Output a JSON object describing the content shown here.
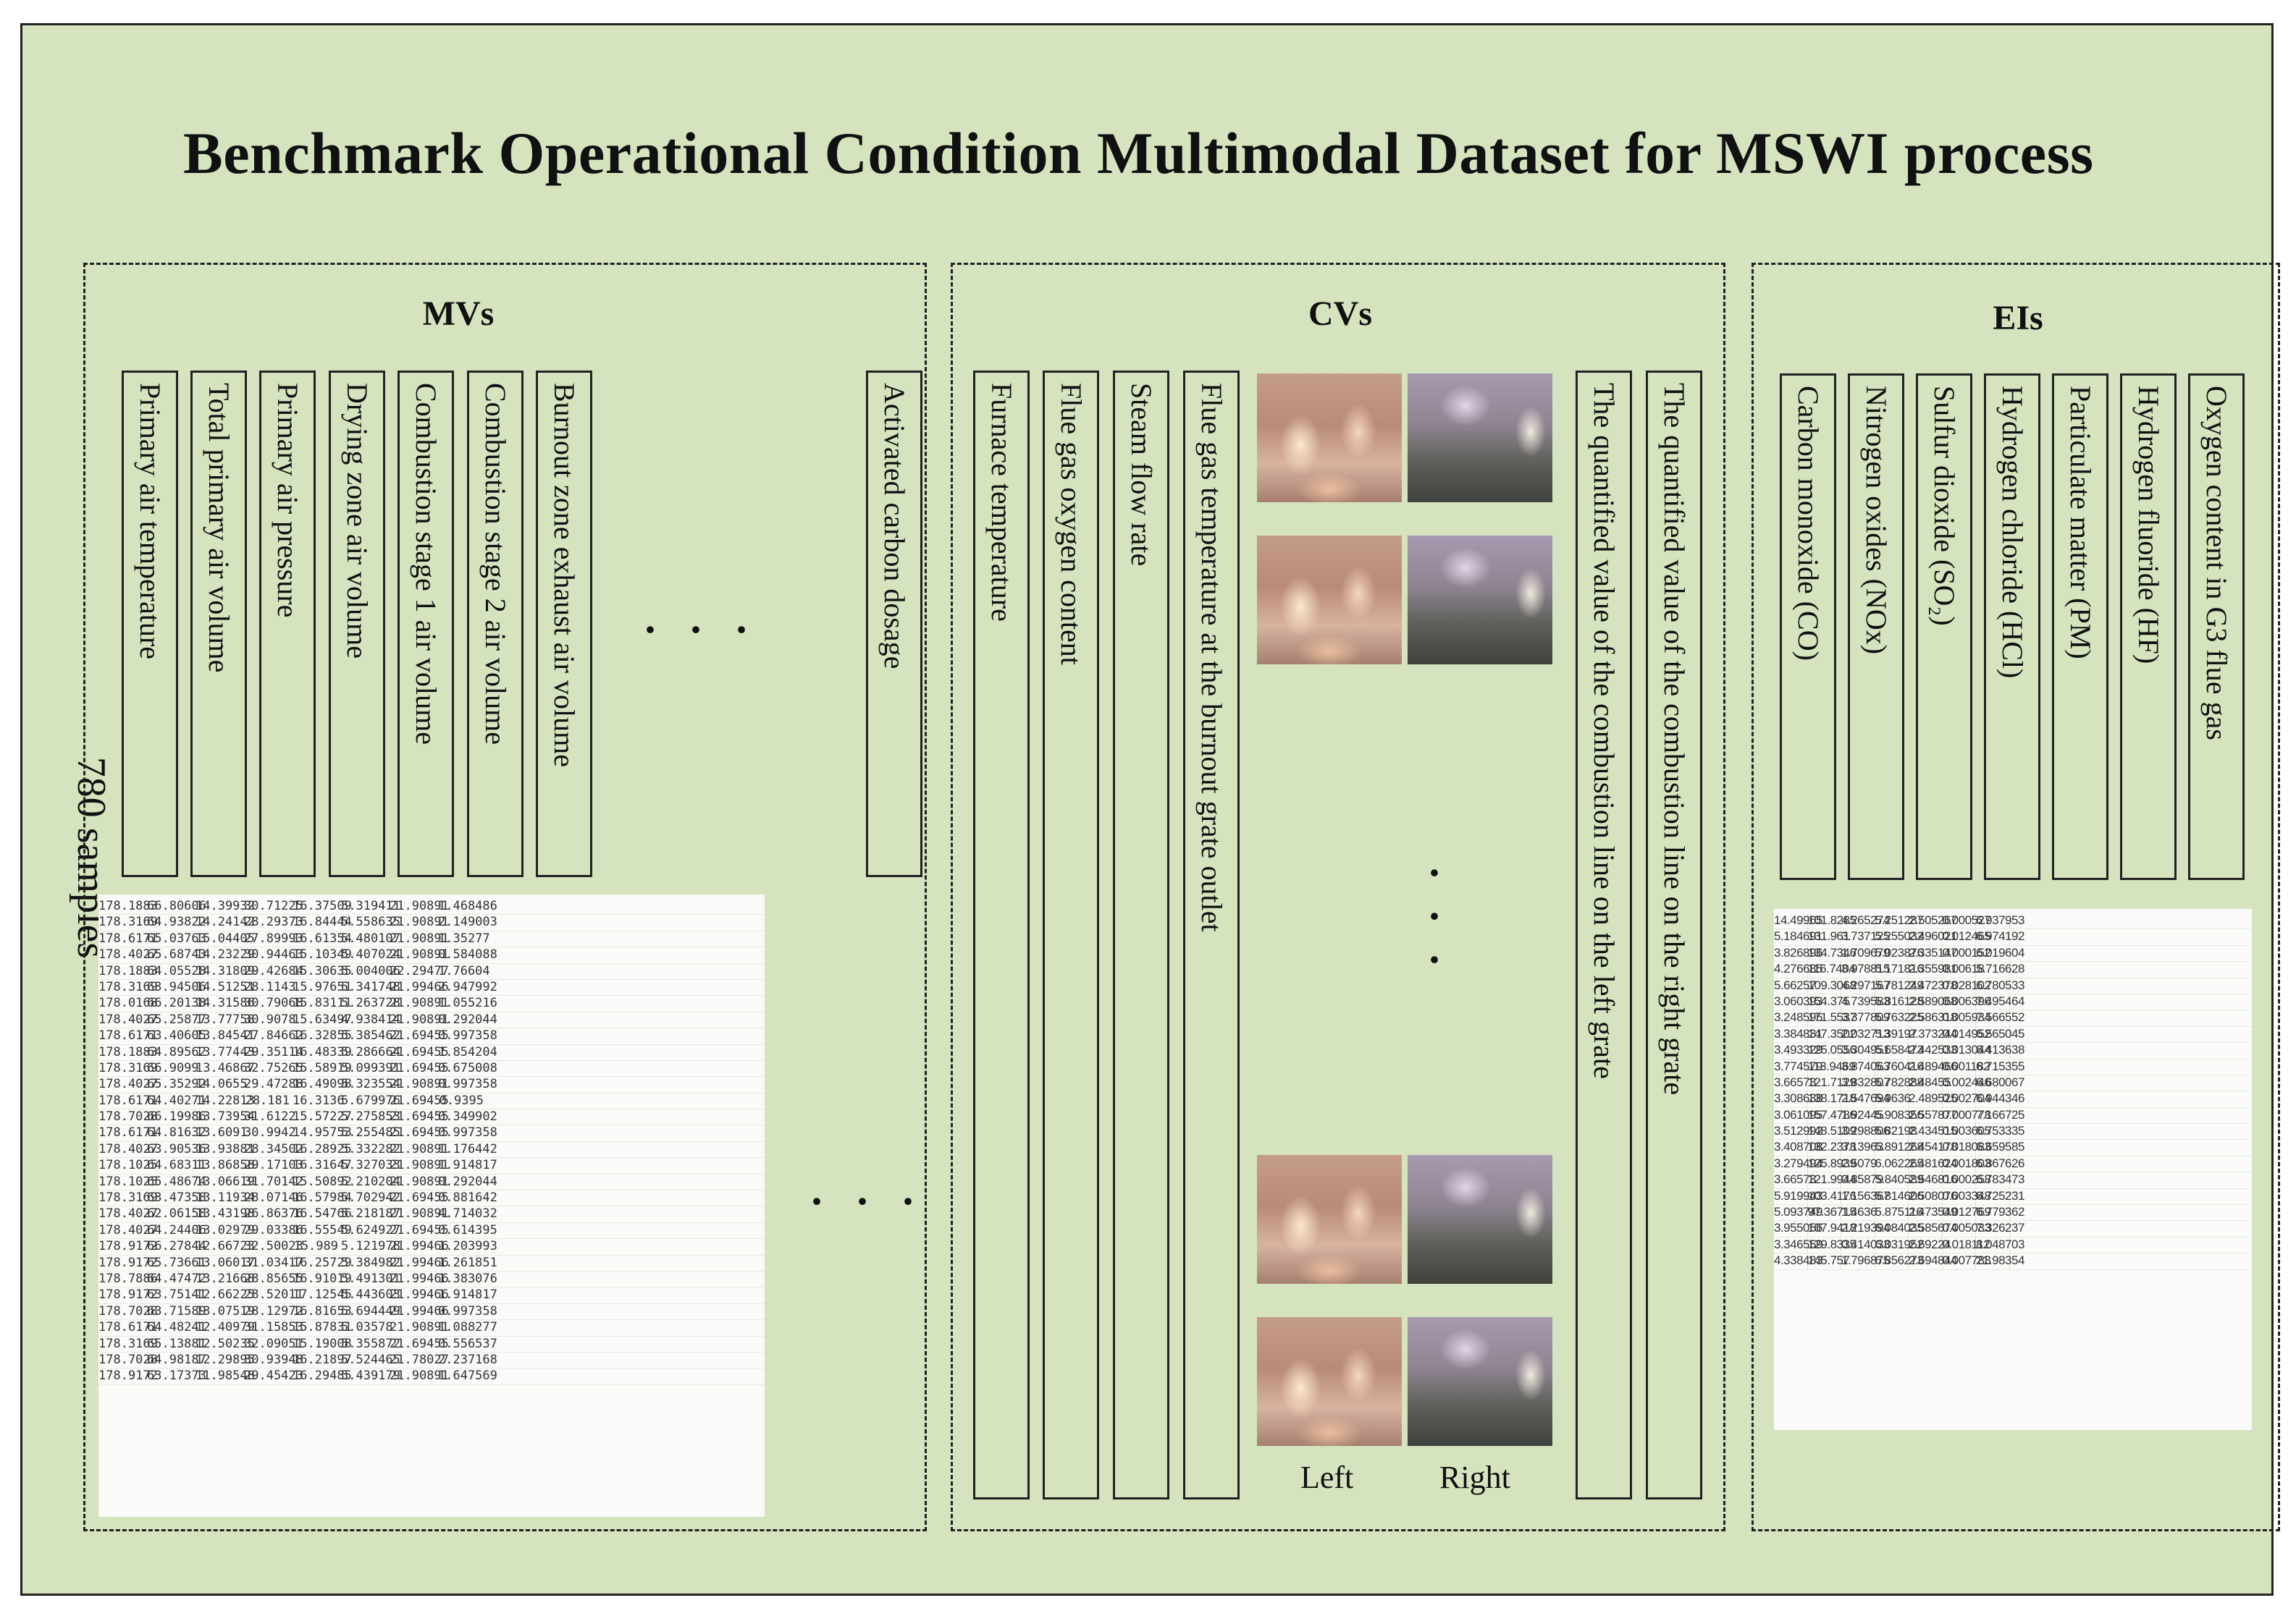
{
  "title": "Benchmark Operational Condition Multimodal Dataset for MSWI process",
  "samples_label": "780 samples",
  "ellipsis": "· · ·",
  "mvs": {
    "title": "MVs",
    "variables": [
      "Primary air temperature",
      "Total primary air volume",
      "Primary air pressure",
      "Drying zone air volume",
      "Combustion stage 1 air volume",
      "Combustion stage 2 air volume",
      "Burnout zone exhaust air volume",
      "Activated carbon dosage"
    ],
    "table": [
      [
        "178.1883",
        "66.80606",
        "14.39932",
        "30.71225",
        "16.37509",
        "5.319411",
        "21.90891",
        "1.468486"
      ],
      [
        "178.3169",
        "64.93822",
        "14.24142",
        "28.29373",
        "16.84444",
        "5.558635",
        "21.90891",
        "2.149003"
      ],
      [
        "178.6171",
        "65.03763",
        "15.04405",
        "27.89993",
        "16.61354",
        "5.480107",
        "21.90891",
        "1.35277"
      ],
      [
        "178.4027",
        "65.68743",
        "14.23229",
        "30.94463",
        "15.10349",
        "5.407024",
        "21.90891",
        "0.584088"
      ],
      [
        "178.1883",
        "64.05528",
        "14.31809",
        "29.42684",
        "15.30635",
        "5.004006",
        "22.29477",
        "1.76604"
      ],
      [
        "178.3169",
        "63.94506",
        "14.51251",
        "28.1143",
        "15.97651",
        "5.341748",
        "21.99466",
        "2.947992"
      ],
      [
        "178.0168",
        "66.20138",
        "14.31586",
        "30.79068",
        "15.83111",
        "5.263728",
        "21.90891",
        "1.055216"
      ],
      [
        "178.4027",
        "65.25877",
        "13.77758",
        "30.9078",
        "15.63497",
        "4.938414",
        "21.90891",
        "0.292044"
      ],
      [
        "178.6171",
        "63.40605",
        "13.84541",
        "27.84662",
        "16.32855",
        "5.385462",
        "21.69455",
        "0.997358"
      ],
      [
        "178.1883",
        "64.89562",
        "13.77443",
        "29.35114",
        "16.48339",
        "5.286664",
        "21.69455",
        "1.854204"
      ],
      [
        "178.3169",
        "66.9099",
        "13.46867",
        "32.75265",
        "15.58919",
        "5.099391",
        "21.69455",
        "0.675008"
      ],
      [
        "178.4027",
        "65.35292",
        "14.0655",
        "29.47288",
        "16.49098",
        "5.323554",
        "21.90891",
        "0.997358"
      ],
      [
        "178.6171",
        "64.40271",
        "14.22813",
        "28.181",
        "16.3136",
        "5.679976",
        "21.69455",
        "0.9395"
      ],
      [
        "178.7028",
        "66.19986",
        "13.73954",
        "31.6122",
        "15.57227",
        "5.275853",
        "21.69455",
        "0.349902"
      ],
      [
        "178.6171",
        "64.81632",
        "13.6091",
        "30.9942",
        "14.95753",
        "5.255485",
        "21.69455",
        "0.997358"
      ],
      [
        "178.4027",
        "63.90536",
        "13.93881",
        "28.34502",
        "16.28925",
        "5.332282",
        "21.90891",
        "1.176442"
      ],
      [
        "178.1025",
        "64.68311",
        "13.86858",
        "29.17103",
        "16.31647",
        "5.327033",
        "21.90891",
        "1.914817"
      ],
      [
        "178.1025",
        "65.48674",
        "13.06619",
        "31.70142",
        "15.50892",
        "5.210204",
        "21.90891",
        "0.292044"
      ],
      [
        "178.3169",
        "63.47358",
        "13.11934",
        "28.07146",
        "16.57984",
        "5.702942",
        "21.69455",
        "0.881642"
      ],
      [
        "178.4027",
        "62.06158",
        "13.43198",
        "26.86376",
        "16.54766",
        "5.218187",
        "21.90891",
        "4.714032"
      ],
      [
        "178.4027",
        "64.24406",
        "13.02979",
        "29.03386",
        "16.55549",
        "5.624927",
        "21.69455",
        "0.614395"
      ],
      [
        "178.9172",
        "66.27844",
        "12.66723",
        "32.50023",
        "15.989",
        "5.121978",
        "21.99466",
        "1.203993"
      ],
      [
        "178.9172",
        "65.73661",
        "13.06017",
        "31.03417",
        "16.25729",
        "5.384982",
        "21.99466",
        "1.261851"
      ],
      [
        "178.7886",
        "64.47472",
        "13.21668",
        "28.85655",
        "16.91019",
        "5.491301",
        "21.99466",
        "1.383076"
      ],
      [
        "178.9172",
        "63.75141",
        "12.66225",
        "28.52011",
        "17.12545",
        "5.443603",
        "21.99466",
        "1.914817"
      ],
      [
        "178.7028",
        "63.71589",
        "13.07519",
        "28.12972",
        "16.81653",
        "5.694449",
        "21.99466",
        "0.997358"
      ],
      [
        "178.6171",
        "64.48241",
        "12.40979",
        "31.15853",
        "15.87831",
        "5.03578",
        "21.90891",
        "1.088277"
      ],
      [
        "178.3169",
        "65.13881",
        "12.50235",
        "32.09051",
        "15.19008",
        "5.355872",
        "21.69455",
        "0.556537"
      ],
      [
        "178.7028",
        "64.98187",
        "12.29895",
        "30.93948",
        "16.21897",
        "5.524465",
        "21.78027",
        "2.237168"
      ],
      [
        "178.9172",
        "63.17373",
        "11.98548",
        "29.45423",
        "16.29485",
        "5.439179",
        "21.90891",
        "1.647569"
      ]
    ]
  },
  "cvs": {
    "title": "CVs",
    "variables": [
      "Furnace temperature",
      "Flue gas oxygen content",
      "Steam flow rate",
      "Flue gas temperature at the burnout grate outlet"
    ],
    "quantified": [
      "The quantified value of the combustion line on the left grate",
      "The quantified value of the combustion line on the right grate"
    ],
    "image_left_label": "Left",
    "image_right_label": "Right",
    "vertical_ellipsis": "·"
  },
  "eis": {
    "title": "EIs",
    "variables": [
      "Carbon monoxide (CO)",
      "Nitrogen oxides (NOx)",
      "Sulfur dioxide (SO₂)",
      "Hydrogen chloride (HCl)",
      "Particulate matter (PM)",
      "Hydrogen fluoride (HF)",
      "Oxygen content in G3 flue gas"
    ],
    "table": [
      [
        "14.49965",
        "101.8285",
        "4.265274",
        "5.251287",
        "2.505267",
        "0.000527",
        "6.937953"
      ],
      [
        "5.184691",
        "131.961",
        "3.737125",
        "5.255032",
        "2.496021",
        "0.012465",
        "6.974192"
      ],
      [
        "3.826896",
        "134.7346",
        "1.709679",
        "5.023876",
        "2.335147",
        "0.000152",
        "6.019604"
      ],
      [
        "4.276685",
        "116.7404",
        "3.978815",
        "5.171816",
        "2.355981",
        "0.00618",
        "5.716628"
      ],
      [
        "5.66257",
        "109.3068",
        "4.297167",
        "5.781249",
        "2.472378",
        "0.028102",
        "6.780533"
      ],
      [
        "3.060393",
        "154.375",
        "4.739583",
        "5.816128",
        "2.589068",
        "0.006396",
        "7.495464"
      ],
      [
        "3.248595",
        "171.5537",
        "3.377809",
        "5.763225",
        "2.586318",
        "0.005934",
        "7.566552"
      ],
      [
        "3.384831",
        "147.3502",
        "2.032713",
        "5.39197",
        "2.373244",
        "0.014952",
        "6.565045"
      ],
      [
        "3.493329",
        "125.0556",
        "3.304951",
        "5.658473",
        "2.442533",
        "0.013044",
        "6.413638"
      ],
      [
        "3.774579",
        "113.9469",
        "3.874063",
        "5.760416",
        "2.489466",
        "0.001182",
        "6.715355"
      ],
      [
        "3.66573",
        "121.7129",
        "3.832807",
        "5.782888",
        "2.48455",
        "0.002446",
        "6.680067"
      ],
      [
        "3.308638",
        "138.1718",
        "2.547694",
        "5.9636",
        "2.489525",
        "0.002704",
        "6.944346"
      ],
      [
        "3.061095",
        "157.4786",
        "1.92445",
        "5.908356",
        "2.557877",
        "0.000778",
        "7.166725"
      ],
      [
        "3.512992",
        "148.5109",
        "3.298806",
        "5.82198",
        "2.434515",
        "0.003605",
        "6.753335"
      ],
      [
        "3.408708",
        "132.2378",
        "3.13963",
        "5.891268",
        "2.454178",
        "0.018083",
        "6.659585"
      ],
      [
        "3.279494",
        "125.8939",
        "2.5079",
        "6.062265",
        "2.481624",
        "0.001803",
        "6.867626"
      ],
      [
        "3.66573",
        "121.9944",
        "0.85879",
        "5.840589",
        "2.546816",
        "0.000258",
        "6.783473"
      ],
      [
        "5.919943",
        "103.4176",
        "1.156367",
        "5.814606",
        "2.508076",
        "0.003348",
        "6.725231"
      ],
      [
        "5.093749",
        "97.36715",
        "1.4636",
        "5.875116",
        "2.473549",
        "0.012769",
        "6.779362"
      ],
      [
        "3.955056",
        "107.9418",
        "2.219394",
        "6.084035",
        "2.585674",
        "0.005033",
        "7.326237"
      ],
      [
        "3.346559",
        "129.8335",
        "0.414033",
        "6.031952",
        "2.69224",
        "0.018112",
        "8.048703"
      ],
      [
        "4.338483",
        "145.757",
        "1.796875",
        "6.856273",
        "2.694844",
        "0.007783",
        "21.98354"
      ]
    ]
  }
}
